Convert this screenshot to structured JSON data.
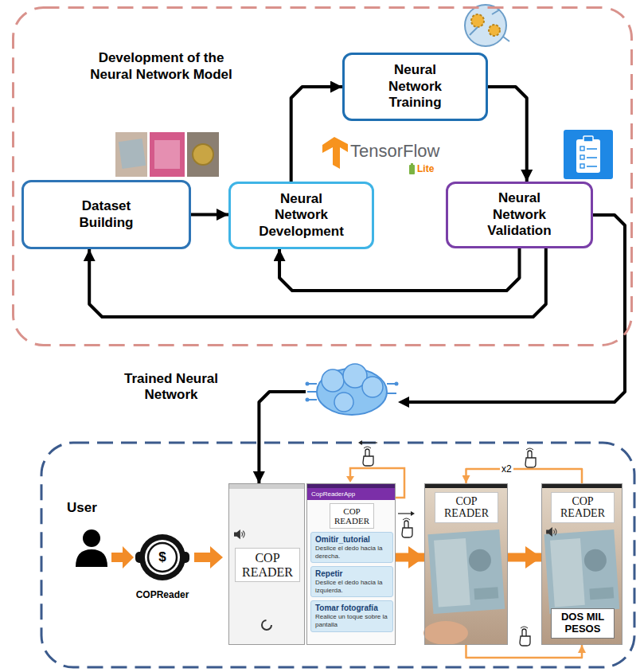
{
  "diagram": {
    "nodes": [
      {
        "text": [
          "Development of the Neural Network Model"
        ]
      },
      {
        "text": [
          "Dataset Building"
        ],
        "in": 0
      },
      {
        "text": [
          "Neural Network Development"
        ],
        "in": 0
      },
      {
        "text": [
          "Neural Network Training"
        ],
        "in": 0
      },
      {
        "text": [
          "Neural Network Validation"
        ],
        "in": 0
      },
      {
        "text": [
          "COP READER"
        ]
      },
      {
        "text": [
          "CopReaderApp",
          "COP READER"
        ]
      },
      {
        "text": [
          "Omitir_tutorial",
          "Deslice el dedo hacia la derecha."
        ],
        "in": 6
      },
      {
        "text": [
          "Repetir",
          "Deslice el dedo hacia la izquierda."
        ],
        "in": 6
      },
      {
        "text": [
          "Tomar fotografía",
          "Realice un toque sobre la pantalla"
        ],
        "in": 6
      },
      {
        "text": [
          "COP READER"
        ]
      },
      {
        "text": [
          "COP READER"
        ]
      },
      {
        "text": [
          "DOS MIL PESOS"
        ],
        "in": 11
      }
    ],
    "edges": [
      {
        "from": 1,
        "to": 2,
        "arrow": "to"
      },
      {
        "from": 2,
        "to": 3,
        "arrow": "to"
      },
      {
        "from": 3,
        "to": 4,
        "arrow": "to"
      },
      {
        "from": 4,
        "to": 1,
        "arrow": "to"
      },
      {
        "from": 4,
        "to": 2,
        "arrow": "to"
      },
      {
        "from": 4,
        "to": 5,
        "arrow": "to"
      },
      {
        "from": 6,
        "to": 10,
        "arrow": "to"
      },
      {
        "from": 10,
        "to": 11,
        "arrow": "to"
      },
      {
        "from": 11,
        "to": 10,
        "arrow": "to",
        "label": "x2"
      },
      {
        "from": 10,
        "to": 11,
        "arrow": "to"
      }
    ],
    "labels": [
      "TensorFlow",
      "Lite",
      "Trained Neural Network",
      "User",
      "$",
      "COPReader"
    ]
  }
}
